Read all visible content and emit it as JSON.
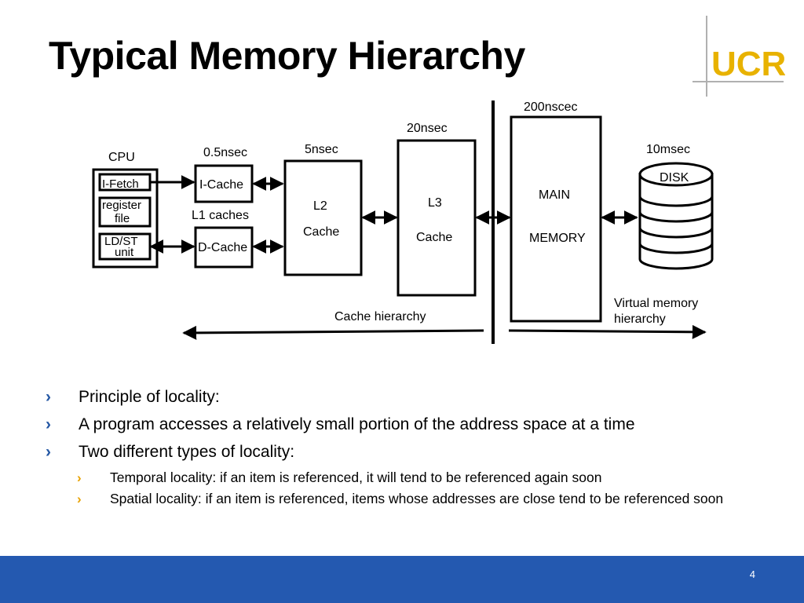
{
  "slide": {
    "title": "Typical Memory Hierarchy",
    "page_number": "4"
  },
  "logo": {
    "text": "UCR"
  },
  "diagram": {
    "cpu": {
      "label": "CPU",
      "units": [
        "I-Fetch",
        "register",
        "file",
        "LD/ST",
        "unit"
      ]
    },
    "l1": {
      "latency": "0.5nsec",
      "icache": "I-Cache",
      "dcache": "D-Cache",
      "group_label": "L1 caches"
    },
    "l2": {
      "latency": "5nsec",
      "line1": "L2",
      "line2": "Cache"
    },
    "l3": {
      "latency": "20nsec",
      "line1": "L3",
      "line2": "Cache"
    },
    "main": {
      "latency": "200nscec",
      "line1": "MAIN",
      "line2": "MEMORY"
    },
    "disk": {
      "latency": "10msec",
      "label": "DISK"
    },
    "cache_hierarchy": "Cache hierarchy",
    "virtual_memory_line1": "Virtual memory",
    "virtual_memory_line2": "hierarchy"
  },
  "bullets": [
    {
      "level": 1,
      "text": "Principle of locality:"
    },
    {
      "level": 1,
      "text": "A program accesses a relatively small portion of the address space at a time"
    },
    {
      "level": 1,
      "text": "Two different types of locality:"
    },
    {
      "level": 2,
      "text": "Temporal locality: if an item is referenced, it will tend to be referenced again soon"
    },
    {
      "level": 2,
      "text": "Spatial locality: if an item is referenced, items whose addresses are close tend to be referenced soon"
    }
  ],
  "colors": {
    "footer_bar": "#2459b0",
    "bullet_primary": "#2457a4",
    "bullet_secondary": "#e8a200",
    "logo_gold": "#e8b200",
    "logo_blue": "#2c5aa0"
  }
}
